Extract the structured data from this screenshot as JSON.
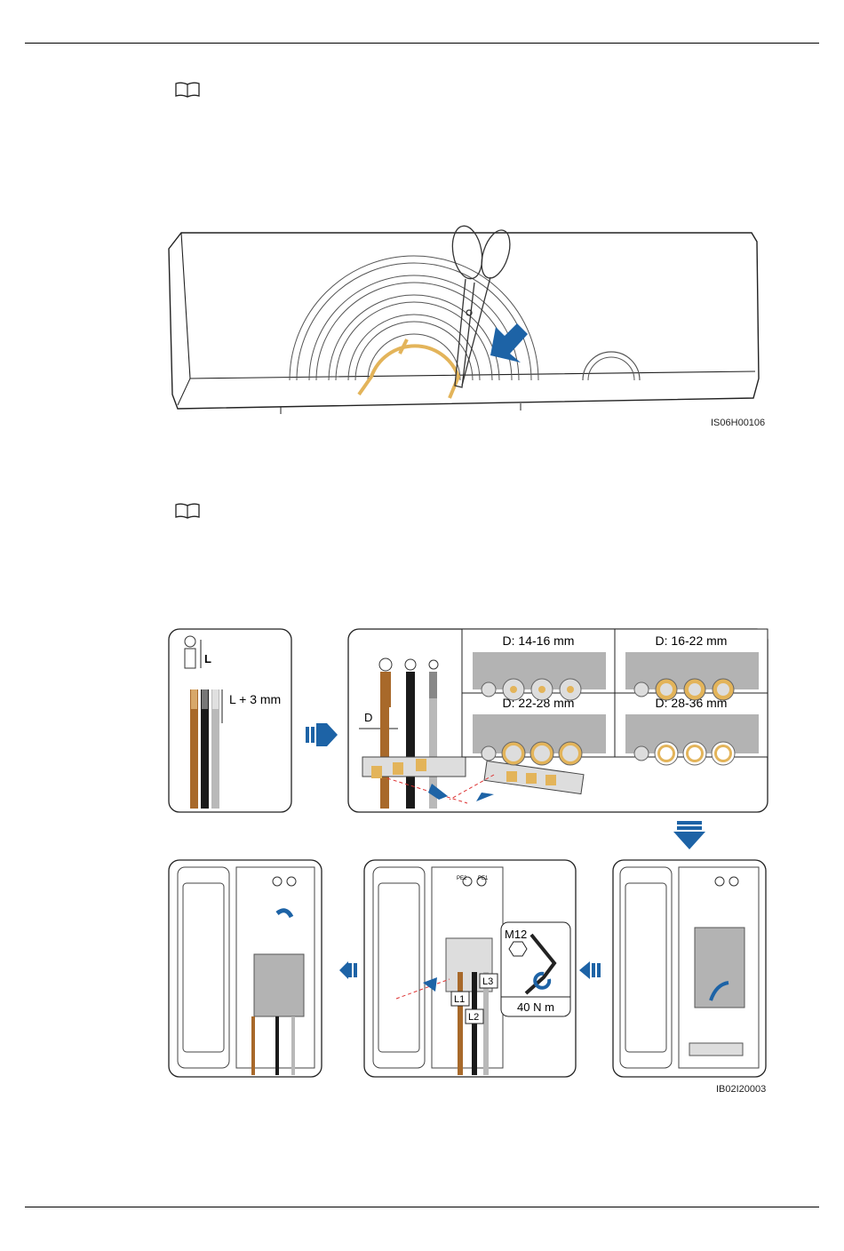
{
  "note_icon": "book-open-icon",
  "figure1": {
    "id": "IS06H00106"
  },
  "figure2": {
    "id": "IB02I20003",
    "strip_length_label": "L",
    "strip_length_extra": "L + 3 mm",
    "diameter_label": "D",
    "ranges": [
      "D: 14-16 mm",
      "D: 16-22 mm",
      "D: 22-28 mm",
      "D: 28-36 mm"
    ],
    "bolt_size": "M12",
    "torque": "40 N m",
    "phases": [
      "L1",
      "L2",
      "L3"
    ],
    "terminal_labels": [
      "PE2",
      "PE1"
    ]
  },
  "colors": {
    "arrow_blue": "#1d63a6",
    "cable_brown": "#a8692a",
    "cable_black": "#1a1a1a",
    "cable_grey": "#b9b9b9",
    "ring_gold": "#e3b45a",
    "panel_grey": "#b3b3b3"
  }
}
